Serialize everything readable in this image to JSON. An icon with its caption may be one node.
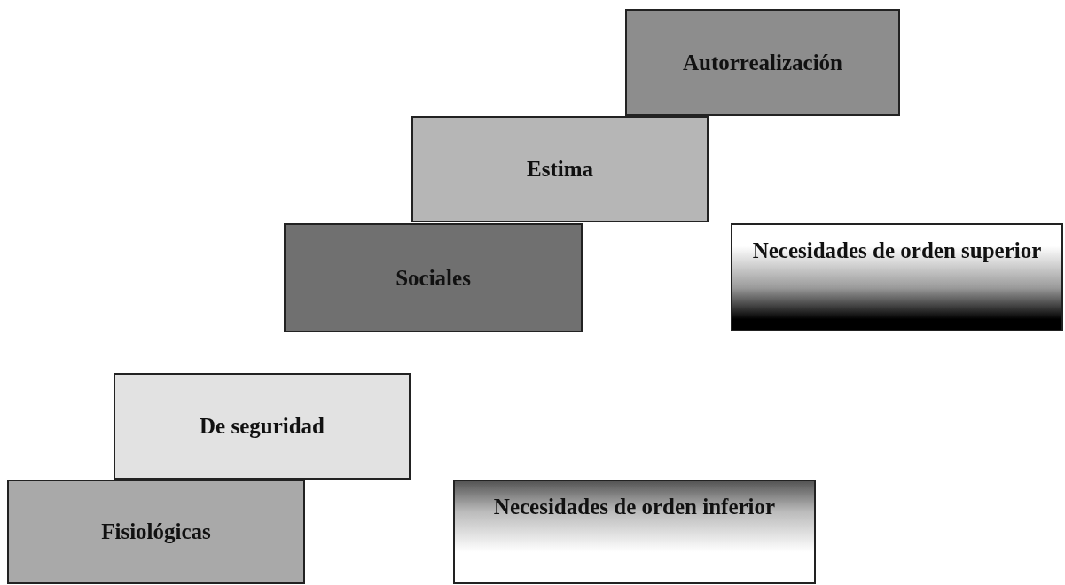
{
  "diagram": {
    "nodes": [
      {
        "text": [
          "Autorrealización"
        ]
      },
      {
        "text": [
          "Estima"
        ]
      },
      {
        "text": [
          "Sociales"
        ]
      },
      {
        "text": [
          "Necesidades de orden superior"
        ]
      },
      {
        "text": [
          "De seguridad"
        ]
      },
      {
        "text": [
          "Fisiológicas"
        ]
      },
      {
        "text": [
          "Necesidades de orden inferior"
        ]
      }
    ]
  }
}
